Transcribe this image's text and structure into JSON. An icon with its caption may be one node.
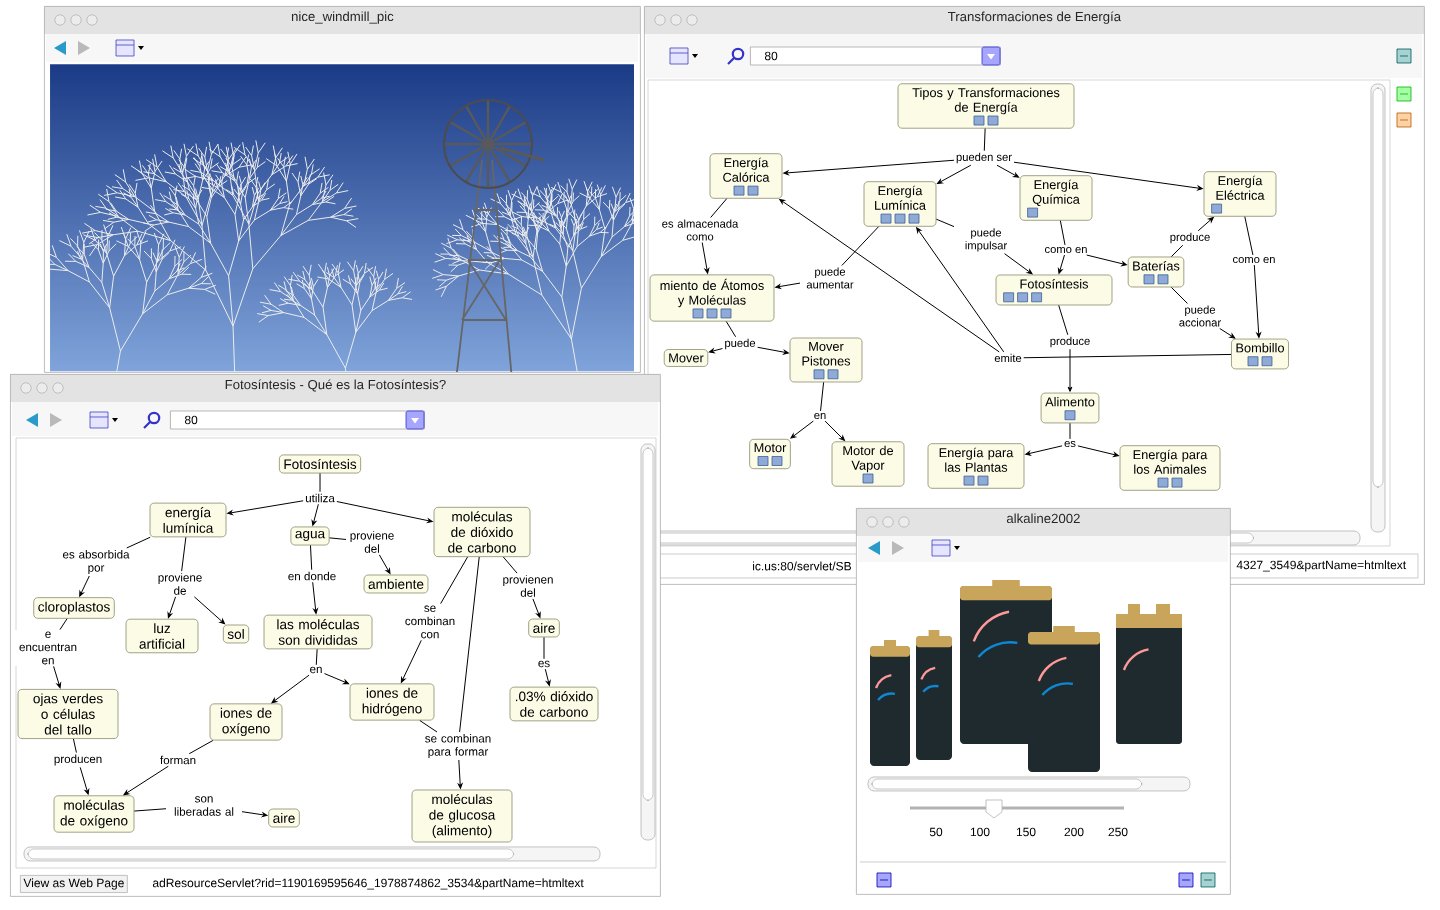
{
  "diagram": {
    "nodes": [
      {
        "text": [
          "Transformaciones de Energía"
        ]
      },
      {
        "text": [
          "Tipos y Transformaciones de Energía"
        ],
        "in": 0
      },
      {
        "text": [
          "pueden ser"
        ],
        "in": 0
      },
      {
        "text": [
          "Energía Calórica"
        ],
        "in": 0
      },
      {
        "text": [
          "Energía Lumínica"
        ],
        "in": 0
      },
      {
        "text": [
          "Energía Química"
        ],
        "in": 0
      },
      {
        "text": [
          "Energía Eléctrica"
        ],
        "in": 0
      },
      {
        "text": [
          "es almacenada como"
        ],
        "in": 0
      },
      {
        "text": [
          "miento de Átomos y Moléculas"
        ],
        "in": 0
      },
      {
        "text": [
          "puede aumentar"
        ],
        "in": 0
      },
      {
        "text": [
          "puede impulsar"
        ],
        "in": 0
      },
      {
        "text": [
          "como en"
        ],
        "in": 0
      },
      {
        "text": [
          "produce"
        ],
        "in": 0
      },
      {
        "text": [
          "como en"
        ],
        "in": 0
      },
      {
        "text": [
          "Fotosíntesis"
        ],
        "in": 0
      },
      {
        "text": [
          "Baterías"
        ],
        "in": 0
      },
      {
        "text": [
          "puede accionar"
        ],
        "in": 0
      },
      {
        "text": [
          "puede"
        ],
        "in": 0
      },
      {
        "text": [
          "Mover Pistones"
        ],
        "in": 0
      },
      {
        "text": [
          "emite"
        ],
        "in": 0
      },
      {
        "text": [
          "produce"
        ],
        "in": 0
      },
      {
        "text": [
          "Bombillo"
        ],
        "in": 0
      },
      {
        "text": [
          "Mover"
        ],
        "in": 0
      },
      {
        "text": [
          "Alimento"
        ],
        "in": 0
      },
      {
        "text": [
          "es"
        ],
        "in": 0
      },
      {
        "text": [
          "en"
        ],
        "in": 0
      },
      {
        "text": [
          "Motor"
        ],
        "in": 0
      },
      {
        "text": [
          "Motor de Vapor"
        ],
        "in": 0
      },
      {
        "text": [
          "Energía para las Plantas"
        ],
        "in": 0
      },
      {
        "text": [
          "Energía para los Animales"
        ],
        "in": 0
      },
      {
        "text": [
          "nice_windmill_pic"
        ]
      },
      {
        "text": [
          "Fotosíntesis - Qué es la Fotosíntesis?"
        ]
      },
      {
        "text": [
          "Fotosíntesis"
        ],
        "in": 31
      },
      {
        "text": [
          "utiliza"
        ],
        "in": 31
      },
      {
        "text": [
          "energía lumínica"
        ],
        "in": 31
      },
      {
        "text": [
          "agua"
        ],
        "in": 31
      },
      {
        "text": [
          "proviene del"
        ],
        "in": 31
      },
      {
        "text": [
          "moléculas de dióxido de carbono"
        ],
        "in": 31
      },
      {
        "text": [
          "ambiente"
        ],
        "in": 31
      },
      {
        "text": [
          "es absorbida por"
        ],
        "in": 31
      },
      {
        "text": [
          "proviene de"
        ],
        "in": 31
      },
      {
        "text": [
          "en donde"
        ],
        "in": 31
      },
      {
        "text": [
          "provienen del"
        ],
        "in": 31
      },
      {
        "text": [
          "cloroplastos"
        ],
        "in": 31
      },
      {
        "text": [
          "luz artificial"
        ],
        "in": 31
      },
      {
        "text": [
          "sol"
        ],
        "in": 31
      },
      {
        "text": [
          "las moléculas son divididas"
        ],
        "in": 31
      },
      {
        "text": [
          "se combinan con"
        ],
        "in": 31
      },
      {
        "text": [
          "aire"
        ],
        "in": 31
      },
      {
        "text": [
          "e encuentran en"
        ],
        "in": 31
      },
      {
        "text": [
          "en"
        ],
        "in": 31
      },
      {
        "text": [
          "es"
        ],
        "in": 31
      },
      {
        "text": [
          "ojas verdes o células del tallo"
        ],
        "in": 31
      },
      {
        "text": [
          "iones de oxígeno"
        ],
        "in": 31
      },
      {
        "text": [
          "iones de hidrógeno"
        ],
        "in": 31
      },
      {
        "text": [
          ".03% dióxido de carbono"
        ],
        "in": 31
      },
      {
        "text": [
          "se combinan para formar"
        ],
        "in": 31
      },
      {
        "text": [
          "producen"
        ],
        "in": 31
      },
      {
        "text": [
          "forman"
        ],
        "in": 31
      },
      {
        "text": [
          "moléculas de oxígeno"
        ],
        "in": 31
      },
      {
        "text": [
          "son liberadas al"
        ],
        "in": 31
      },
      {
        "text": [
          "aire"
        ],
        "in": 31
      },
      {
        "text": [
          "moléculas de glucosa (alimento)"
        ],
        "in": 31
      },
      {
        "text": [
          "alkaline2002"
        ]
      }
    ],
    "edges": [
      {
        "from": 1,
        "to": 2,
        "arrow": "none"
      },
      {
        "from": 2,
        "to": 3,
        "arrow": "to"
      },
      {
        "from": 2,
        "to": 4,
        "arrow": "to"
      },
      {
        "from": 2,
        "to": 5,
        "arrow": "to"
      },
      {
        "from": 2,
        "to": 6,
        "arrow": "to"
      },
      {
        "from": 3,
        "to": 7,
        "arrow": "none"
      },
      {
        "from": 7,
        "to": 8,
        "arrow": "to"
      },
      {
        "from": 4,
        "to": 9,
        "arrow": "none"
      },
      {
        "from": 9,
        "to": 8,
        "arrow": "to"
      },
      {
        "from": 4,
        "to": 10,
        "arrow": "none"
      },
      {
        "from": 10,
        "to": 14,
        "arrow": "to"
      },
      {
        "from": 5,
        "to": 11,
        "arrow": "none"
      },
      {
        "from": 11,
        "to": 14,
        "arrow": "to"
      },
      {
        "from": 11,
        "to": 15,
        "arrow": "to"
      },
      {
        "from": 15,
        "to": 12,
        "arrow": "none"
      },
      {
        "from": 12,
        "to": 6,
        "arrow": "to"
      },
      {
        "from": 6,
        "to": 13,
        "arrow": "none"
      },
      {
        "from": 13,
        "to": 21,
        "arrow": "to"
      },
      {
        "from": 15,
        "to": 16,
        "arrow": "none"
      },
      {
        "from": 16,
        "to": 21,
        "arrow": "to"
      },
      {
        "from": 8,
        "to": 17,
        "arrow": "none"
      },
      {
        "from": 17,
        "to": 18,
        "arrow": "to"
      },
      {
        "from": 17,
        "to": 22,
        "arrow": "to"
      },
      {
        "from": 21,
        "to": 19,
        "arrow": "none"
      },
      {
        "from": 19,
        "to": 3,
        "arrow": "to"
      },
      {
        "from": 19,
        "to": 4,
        "arrow": "to"
      },
      {
        "from": 14,
        "to": 20,
        "arrow": "none"
      },
      {
        "from": 20,
        "to": 23,
        "arrow": "to"
      },
      {
        "from": 23,
        "to": 24,
        "arrow": "none"
      },
      {
        "from": 24,
        "to": 28,
        "arrow": "to"
      },
      {
        "from": 24,
        "to": 29,
        "arrow": "to"
      },
      {
        "from": 18,
        "to": 25,
        "arrow": "none"
      },
      {
        "from": 25,
        "to": 26,
        "arrow": "to"
      },
      {
        "from": 25,
        "to": 27,
        "arrow": "to"
      },
      {
        "from": 32,
        "to": 33,
        "arrow": "none"
      },
      {
        "from": 33,
        "to": 34,
        "arrow": "to"
      },
      {
        "from": 33,
        "to": 35,
        "arrow": "to"
      },
      {
        "from": 33,
        "to": 37,
        "arrow": "to"
      },
      {
        "from": 35,
        "to": 36,
        "arrow": "none"
      },
      {
        "from": 36,
        "to": 38,
        "arrow": "to"
      },
      {
        "from": 34,
        "to": 39,
        "arrow": "none"
      },
      {
        "from": 39,
        "to": 43,
        "arrow": "to"
      },
      {
        "from": 34,
        "to": 40,
        "arrow": "none"
      },
      {
        "from": 40,
        "to": 44,
        "arrow": "to"
      },
      {
        "from": 40,
        "to": 45,
        "arrow": "to"
      },
      {
        "from": 35,
        "to": 41,
        "arrow": "none"
      },
      {
        "from": 41,
        "to": 46,
        "arrow": "to"
      },
      {
        "from": 37,
        "to": 42,
        "arrow": "none"
      },
      {
        "from": 42,
        "to": 48,
        "arrow": "to"
      },
      {
        "from": 37,
        "to": 47,
        "arrow": "none"
      },
      {
        "from": 47,
        "to": 54,
        "arrow": "to"
      },
      {
        "from": 37,
        "to": 56,
        "arrow": "none"
      },
      {
        "from": 43,
        "to": 49,
        "arrow": "none"
      },
      {
        "from": 49,
        "to": 52,
        "arrow": "to"
      },
      {
        "from": 46,
        "to": 50,
        "arrow": "none"
      },
      {
        "from": 50,
        "to": 53,
        "arrow": "to"
      },
      {
        "from": 50,
        "to": 54,
        "arrow": "to"
      },
      {
        "from": 48,
        "to": 51,
        "arrow": "none"
      },
      {
        "from": 51,
        "to": 55,
        "arrow": "to"
      },
      {
        "from": 52,
        "to": 57,
        "arrow": "none"
      },
      {
        "from": 57,
        "to": 59,
        "arrow": "to"
      },
      {
        "from": 53,
        "to": 58,
        "arrow": "none"
      },
      {
        "from": 58,
        "to": 59,
        "arrow": "to"
      },
      {
        "from": 54,
        "to": 56,
        "arrow": "none"
      },
      {
        "from": 56,
        "to": 62,
        "arrow": "to"
      },
      {
        "from": 59,
        "to": 60,
        "arrow": "none"
      },
      {
        "from": 60,
        "to": 61,
        "arrow": "to"
      }
    ],
    "labels": [
      "80",
      "ic.us:80/servlet/SB",
      "4327_3549&partName=htmltext",
      "80",
      "View as Web Page",
      "adResourceServlet?rid=1190169595646_1978874862_3534&partName=htmltext",
      "50",
      "100",
      "150",
      "200",
      "250"
    ]
  }
}
